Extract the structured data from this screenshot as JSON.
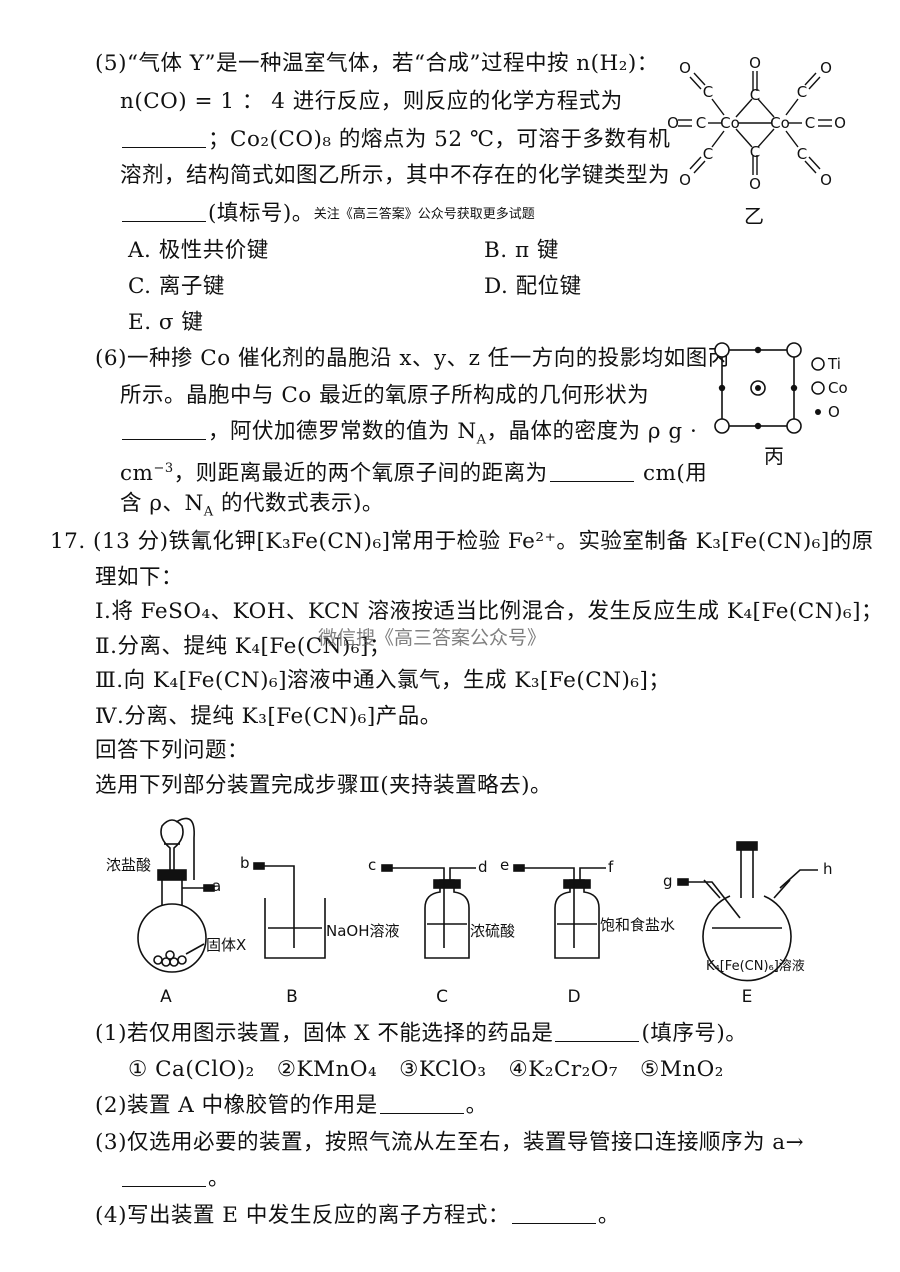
{
  "q5": {
    "line1": "(5)“气体 Y”是一种温室气体，若“合成”过程中按 n(H₂)：",
    "line2": "n(CO) = 1 ： 4 进行反应，则反应的化学方程式为",
    "line3": "；Co₂(CO)₈ 的熔点为 52 ℃，可溶于多数有机",
    "line4": "溶剂，结构简式如图乙所示，其中不存在的化学键类型为",
    "line5": "(填标号)。",
    "note": "关注《高三答案》公众号获取更多试题",
    "optA": "A. 极性共价键",
    "optB": "B. π 键",
    "optC": "C. 离子键",
    "optD": "D. 配位键",
    "optE": "E. σ 键",
    "fig_label": "乙",
    "fig_atoms": {
      "co": "Co",
      "c": "C",
      "o": "O"
    }
  },
  "q6": {
    "line1": "(6)一种掺 Co 催化剂的晶胞沿 x、y、z 任一方向的投影均如图丙",
    "line2": "所示。晶胞中与 Co 最近的氧原子所构成的几何形状为",
    "line3": "，阿伏加德罗常数的值为 N",
    "line3_sub": "A",
    "line3b": "，晶体的密度为 ρ g ·",
    "line4a": "cm",
    "line4_sup": "−3",
    "line4b": "，则距离最近的两个氧原子间的距离为",
    "line4c": "cm(用",
    "line5": "含 ρ、N",
    "line5_sub": "A",
    "line5b": " 的代数式表示)。",
    "fig_label": "丙",
    "legend": [
      "Ti",
      "Co",
      "O"
    ]
  },
  "q17": {
    "line1": "17. (13 分)铁氰化钾[K₃Fe(CN)₆]常用于检验 Fe²⁺。实验室制备 K₃[Fe(CN)₆]的原",
    "line2": "理如下：",
    "step1": "Ⅰ.将 FeSO₄、KOH、KCN 溶液按适当比例混合，发生反应生成 K₄[Fe(CN)₆]；",
    "step2": "Ⅱ.分离、提纯 K₄[Fe(CN)₆]；",
    "watermark": "微信搜《高三答案公众号》",
    "step3": "Ⅲ.向 K₄[Fe(CN)₆]溶液中通入氯气，生成 K₃[Fe(CN)₆]；",
    "step4": "Ⅳ.分离、提纯 K₃[Fe(CN)₆]产品。",
    "answer": "回答下列问题：",
    "select": "选用下列部分装置完成步骤Ⅲ(夹持装置略去)。",
    "apparatus": {
      "A": {
        "label": "A",
        "top": "浓盐酸",
        "solid": "固体X",
        "port": "a"
      },
      "B": {
        "label": "B",
        "liquid": "NaOH溶液",
        "port": "b"
      },
      "C": {
        "label": "C",
        "liquid": "浓硫酸",
        "port_in": "c",
        "port_out": "d"
      },
      "D": {
        "label": "D",
        "liquid": "饱和食盐水",
        "port_in": "e",
        "port_out": "f"
      },
      "E": {
        "label": "E",
        "liquid": "K₄[Fe(CN)₆]溶液",
        "port_in": "g",
        "port_out": "h"
      }
    },
    "sub1": "(1)若仅用图示装置，固体 X 不能选择的药品是",
    "sub1b": "(填序号)。",
    "sub1_opts": "① Ca(ClO)₂　②KMnO₄　③KClO₃　④K₂Cr₂O₇　⑤MnO₂",
    "sub2": "(2)装置 A 中橡胶管的作用是",
    "sub2b": "。",
    "sub3": "(3)仅选用必要的装置，按照气流从左至右，装置导管接口连接顺序为 a→",
    "sub3b": "。",
    "sub4": "(4)写出装置 E 中发生反应的离子方程式：",
    "sub4b": "。"
  }
}
